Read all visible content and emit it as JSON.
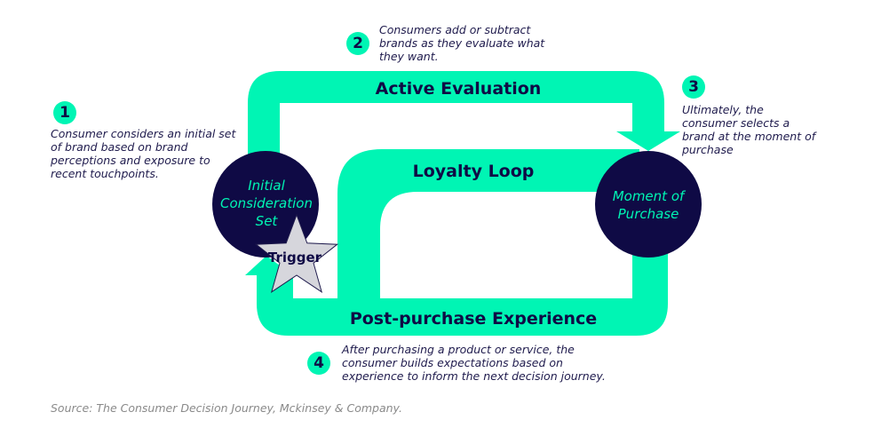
{
  "colors": {
    "band": "#00f5b4",
    "circle": "#0f0a45",
    "circle_text": "#00f5b4",
    "band_text": "#0f0a45",
    "star_fill": "#d6d6dc",
    "star_stroke": "#1f1b4d",
    "note_text": "#1f1b4d",
    "source_text": "#8a8a8a"
  },
  "stages": {
    "active_evaluation": "Active Evaluation",
    "loyalty_loop": "Loyalty Loop",
    "post_purchase": "Post-purchase Experience"
  },
  "nodes": {
    "initial_consideration": [
      "Initial",
      "Consideration",
      "Set"
    ],
    "moment_of_purchase": [
      "Moment of",
      "Purchase"
    ],
    "trigger": "Trigger"
  },
  "notes": [
    {
      "number": "1",
      "lines": [
        "Consumer considers an initial set",
        "of brand based on brand",
        "perceptions and exposure to",
        "recent touchpoints."
      ]
    },
    {
      "number": "2",
      "lines": [
        "Consumers add or subtract",
        "brands as they evaluate what",
        "they want."
      ]
    },
    {
      "number": "3",
      "lines": [
        "Ultimately, the",
        "consumer selects a",
        "brand at the moment of",
        "purchase"
      ]
    },
    {
      "number": "4",
      "lines": [
        "After purchasing a product or service, the",
        "consumer builds expectations based on",
        "experience to inform the next decision journey."
      ]
    }
  ],
  "source": "Source: The Consumer Decision Journey, Mckinsey & Company."
}
